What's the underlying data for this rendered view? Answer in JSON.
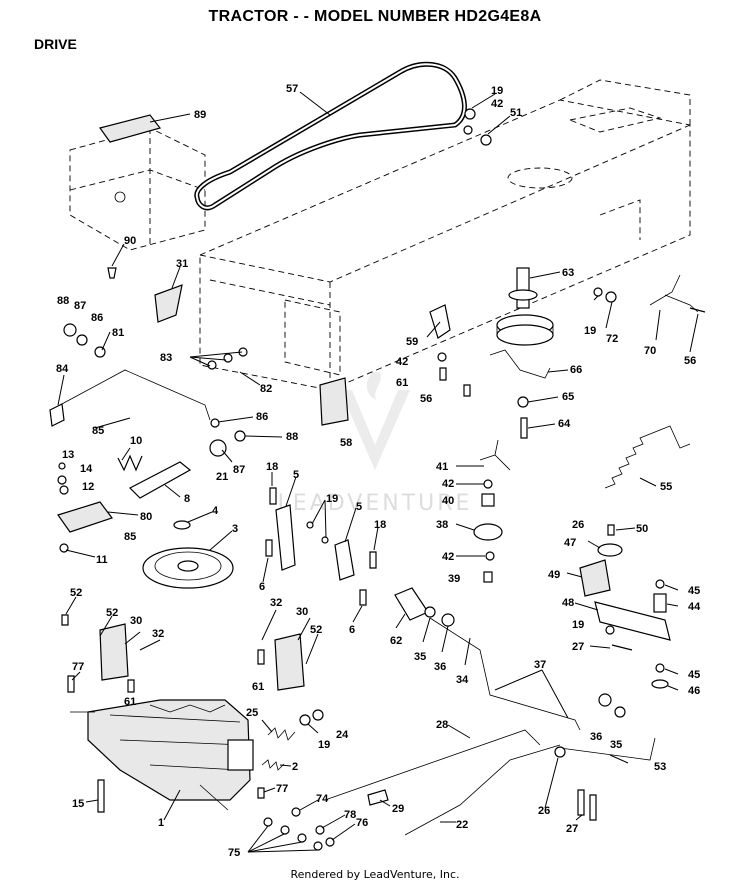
{
  "header": {
    "title": "TRACTOR - - MODEL NUMBER HD2G4E8A",
    "section": "DRIVE"
  },
  "footer": {
    "text": "Rendered by LeadVenture, Inc."
  },
  "watermark": {
    "text": "LEADVENTURE"
  },
  "callouts": [
    {
      "id": "57",
      "label": "57"
    },
    {
      "id": "89",
      "label": "89"
    },
    {
      "id": "19a",
      "label": "19"
    },
    {
      "id": "42a",
      "label": "42"
    },
    {
      "id": "51",
      "label": "51"
    },
    {
      "id": "90",
      "label": "90"
    },
    {
      "id": "31",
      "label": "31"
    },
    {
      "id": "63",
      "label": "63"
    },
    {
      "id": "88a",
      "label": "88"
    },
    {
      "id": "87a",
      "label": "87"
    },
    {
      "id": "86a",
      "label": "86"
    },
    {
      "id": "81",
      "label": "81"
    },
    {
      "id": "83",
      "label": "83"
    },
    {
      "id": "82",
      "label": "82"
    },
    {
      "id": "84",
      "label": "84"
    },
    {
      "id": "85a",
      "label": "85"
    },
    {
      "id": "86b",
      "label": "86"
    },
    {
      "id": "88b",
      "label": "88"
    },
    {
      "id": "87b",
      "label": "87"
    },
    {
      "id": "21",
      "label": "21"
    },
    {
      "id": "58",
      "label": "58"
    },
    {
      "id": "59",
      "label": "59"
    },
    {
      "id": "42b",
      "label": "42"
    },
    {
      "id": "61a",
      "label": "61"
    },
    {
      "id": "56a",
      "label": "56"
    },
    {
      "id": "66",
      "label": "66"
    },
    {
      "id": "65",
      "label": "65"
    },
    {
      "id": "64",
      "label": "64"
    },
    {
      "id": "19b",
      "label": "19"
    },
    {
      "id": "72",
      "label": "72"
    },
    {
      "id": "70",
      "label": "70"
    },
    {
      "id": "56b",
      "label": "56"
    },
    {
      "id": "10",
      "label": "10"
    },
    {
      "id": "13",
      "label": "13"
    },
    {
      "id": "14",
      "label": "14"
    },
    {
      "id": "12",
      "label": "12"
    },
    {
      "id": "8",
      "label": "8"
    },
    {
      "id": "80",
      "label": "80"
    },
    {
      "id": "85b",
      "label": "85"
    },
    {
      "id": "11",
      "label": "11"
    },
    {
      "id": "18a",
      "label": "18"
    },
    {
      "id": "5a",
      "label": "5"
    },
    {
      "id": "19c",
      "label": "19"
    },
    {
      "id": "5b",
      "label": "5"
    },
    {
      "id": "18b",
      "label": "18"
    },
    {
      "id": "4",
      "label": "4"
    },
    {
      "id": "3",
      "label": "3"
    },
    {
      "id": "6a",
      "label": "6"
    },
    {
      "id": "6b",
      "label": "6"
    },
    {
      "id": "41",
      "label": "41"
    },
    {
      "id": "42c",
      "label": "42"
    },
    {
      "id": "40",
      "label": "40"
    },
    {
      "id": "55",
      "label": "55"
    },
    {
      "id": "38",
      "label": "38"
    },
    {
      "id": "42d",
      "label": "42"
    },
    {
      "id": "39",
      "label": "39"
    },
    {
      "id": "26a",
      "label": "26"
    },
    {
      "id": "50",
      "label": "50"
    },
    {
      "id": "47",
      "label": "47"
    },
    {
      "id": "49",
      "label": "49"
    },
    {
      "id": "45a",
      "label": "45"
    },
    {
      "id": "44",
      "label": "44"
    },
    {
      "id": "48",
      "label": "48"
    },
    {
      "id": "19d",
      "label": "19"
    },
    {
      "id": "27a",
      "label": "27"
    },
    {
      "id": "45b",
      "label": "45"
    },
    {
      "id": "46",
      "label": "46"
    },
    {
      "id": "52a",
      "label": "52"
    },
    {
      "id": "52b",
      "label": "52"
    },
    {
      "id": "30a",
      "label": "30"
    },
    {
      "id": "32a",
      "label": "32"
    },
    {
      "id": "77a",
      "label": "77"
    },
    {
      "id": "61b",
      "label": "61"
    },
    {
      "id": "32b",
      "label": "32"
    },
    {
      "id": "30b",
      "label": "30"
    },
    {
      "id": "52c",
      "label": "52"
    },
    {
      "id": "61c",
      "label": "61"
    },
    {
      "id": "62",
      "label": "62"
    },
    {
      "id": "35a",
      "label": "35"
    },
    {
      "id": "36a",
      "label": "36"
    },
    {
      "id": "34",
      "label": "34"
    },
    {
      "id": "37",
      "label": "37"
    },
    {
      "id": "25",
      "label": "25"
    },
    {
      "id": "19e",
      "label": "19"
    },
    {
      "id": "24",
      "label": "24"
    },
    {
      "id": "28",
      "label": "28"
    },
    {
      "id": "36b",
      "label": "36"
    },
    {
      "id": "35b",
      "label": "35"
    },
    {
      "id": "2",
      "label": "2"
    },
    {
      "id": "53",
      "label": "53"
    },
    {
      "id": "15",
      "label": "15"
    },
    {
      "id": "1",
      "label": "1"
    },
    {
      "id": "77b",
      "label": "77"
    },
    {
      "id": "74",
      "label": "74"
    },
    {
      "id": "29",
      "label": "29"
    },
    {
      "id": "26b",
      "label": "26"
    },
    {
      "id": "78",
      "label": "78"
    },
    {
      "id": "76",
      "label": "76"
    },
    {
      "id": "22",
      "label": "22"
    },
    {
      "id": "27b",
      "label": "27"
    },
    {
      "id": "75",
      "label": "75"
    }
  ]
}
